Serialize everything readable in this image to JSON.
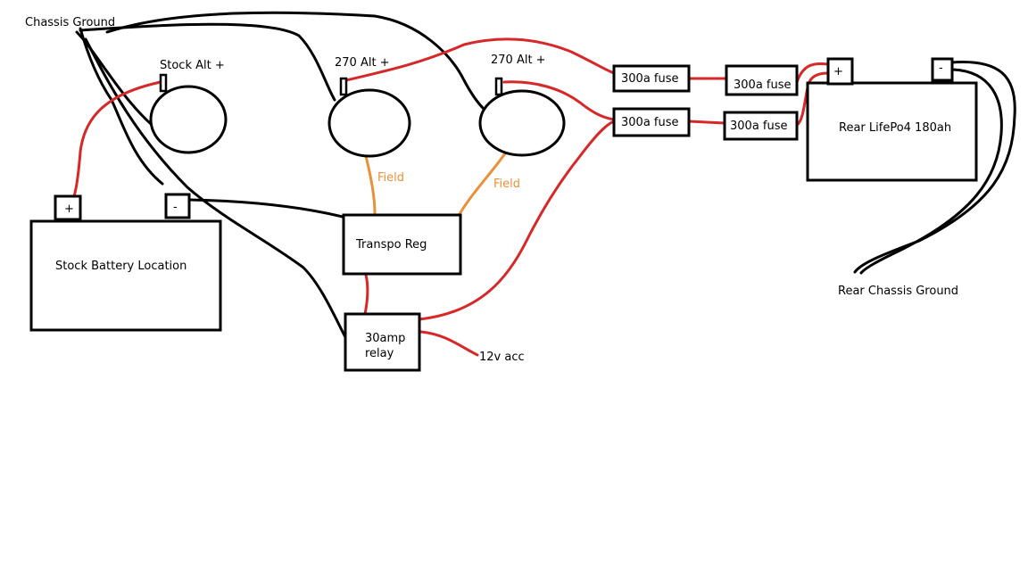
{
  "labels": {
    "chassis_ground": "Chassis Ground",
    "stock_alt": "Stock Alt +",
    "alt_270_a": "270 Alt +",
    "alt_270_b": "270 Alt +",
    "fuse_1": "300a fuse",
    "fuse_2": "300a fuse",
    "fuse_3": "300a fuse",
    "fuse_4": "300a fuse",
    "rear_battery": "Rear LifePo4 180ah",
    "rear_pos": "+",
    "rear_neg": "-",
    "field_a": "Field",
    "field_b": "Field",
    "stock_battery": "Stock Battery Location",
    "stock_pos": "+",
    "stock_neg": "-",
    "transpo_reg": "Transpo Reg",
    "relay_line1": "30amp",
    "relay_line2": "relay",
    "acc": "12v acc",
    "rear_chassis_ground": "Rear Chassis Ground"
  },
  "colors": {
    "wire_black": "#000000",
    "wire_red": "#d62828",
    "wire_field": "#e8913a"
  }
}
